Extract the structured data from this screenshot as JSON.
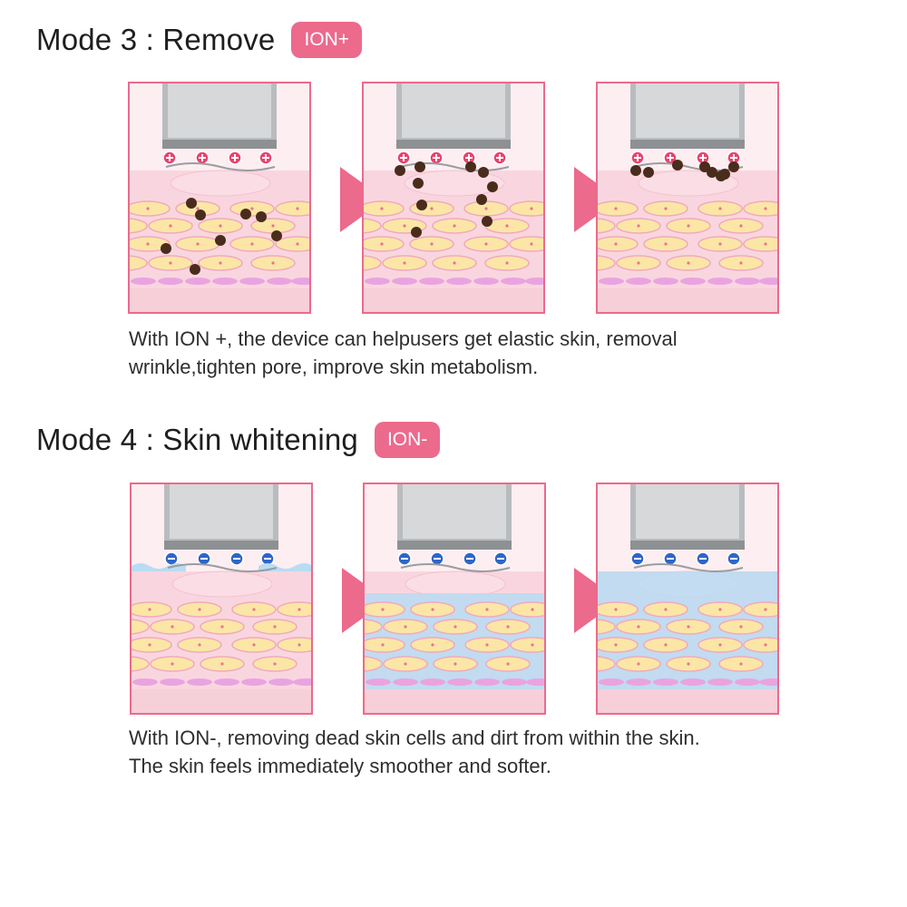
{
  "mode3": {
    "title": "Mode 3 : Remove",
    "badge": "ION+",
    "description_line1": "With ION +, the device can helpusers get elastic skin, removal",
    "description_line2": "wrinkle,tighten pore, improve skin metabolism."
  },
  "mode4": {
    "title": "Mode 4 : Skin whitening",
    "badge": "ION-",
    "description_line1": "With ION-, removing dead skin cells and dirt from within the skin.",
    "description_line2": "The skin feels immediately smoother and softer."
  },
  "colors": {
    "accent": "#ec6a8c",
    "skin": "#fbe3ea",
    "cell": "#fbe6a6",
    "water": "#b9dcf3",
    "dirt": "#4a2c1c",
    "ion_plus": "#e8436e",
    "ion_minus": "#2f66c8"
  },
  "icons": {
    "ion_plus": "plus-in-circle",
    "ion_minus": "minus-in-circle",
    "arrow": "triangle-right"
  }
}
